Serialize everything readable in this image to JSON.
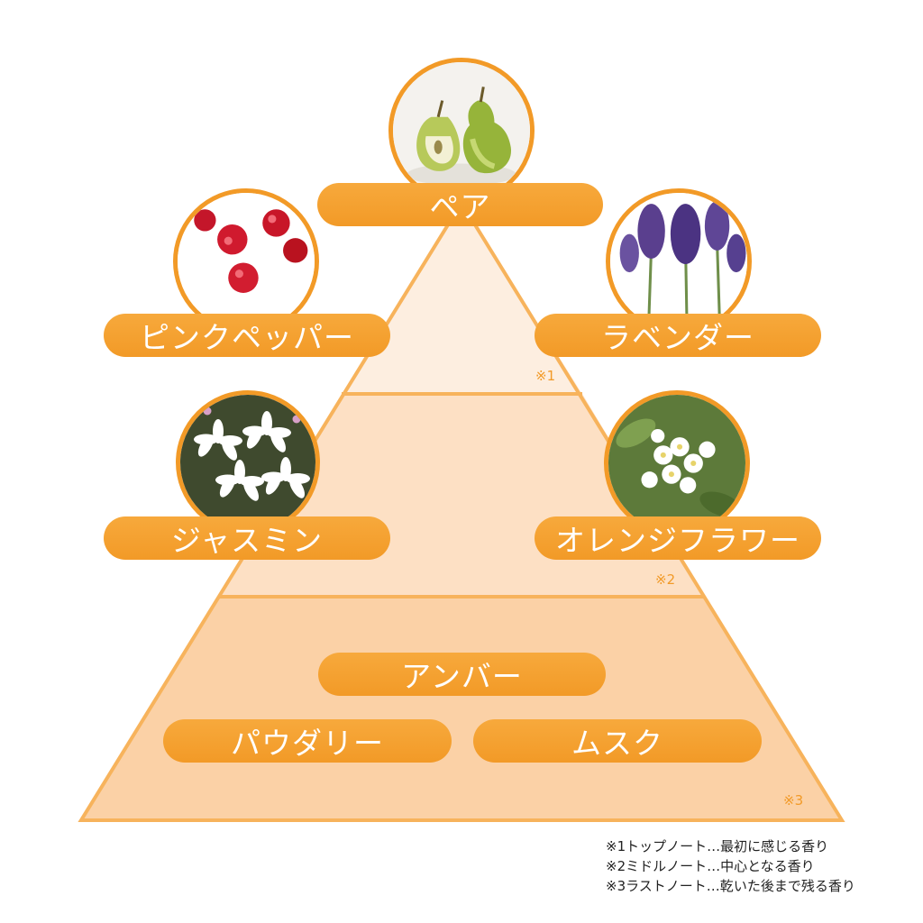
{
  "colors": {
    "accent": "#f29a27",
    "tier_top": "#fdeee0",
    "tier_middle": "#fde0c4",
    "tier_base": "#fbd1a6"
  },
  "top_note": {
    "marker": "※1",
    "items": [
      {
        "label": "ペア",
        "icon": "pear-photo"
      },
      {
        "label": "ピンクペッパー",
        "icon": "pink-pepper-photo"
      },
      {
        "label": "ラベンダー",
        "icon": "lavender-photo"
      }
    ]
  },
  "middle_note": {
    "marker": "※2",
    "items": [
      {
        "label": "ジャスミン",
        "icon": "jasmine-photo"
      },
      {
        "label": "オレンジフラワー",
        "icon": "orange-flower-photo"
      }
    ]
  },
  "base_note": {
    "marker": "※3",
    "items": [
      {
        "label": "アンバー"
      },
      {
        "label": "パウダリー"
      },
      {
        "label": "ムスク"
      }
    ]
  },
  "footnotes": [
    "※1トップノート…最初に感じる香り",
    "※2ミドルノート…中心となる香り",
    "※3ラストノート…乾いた後まで残る香り"
  ]
}
